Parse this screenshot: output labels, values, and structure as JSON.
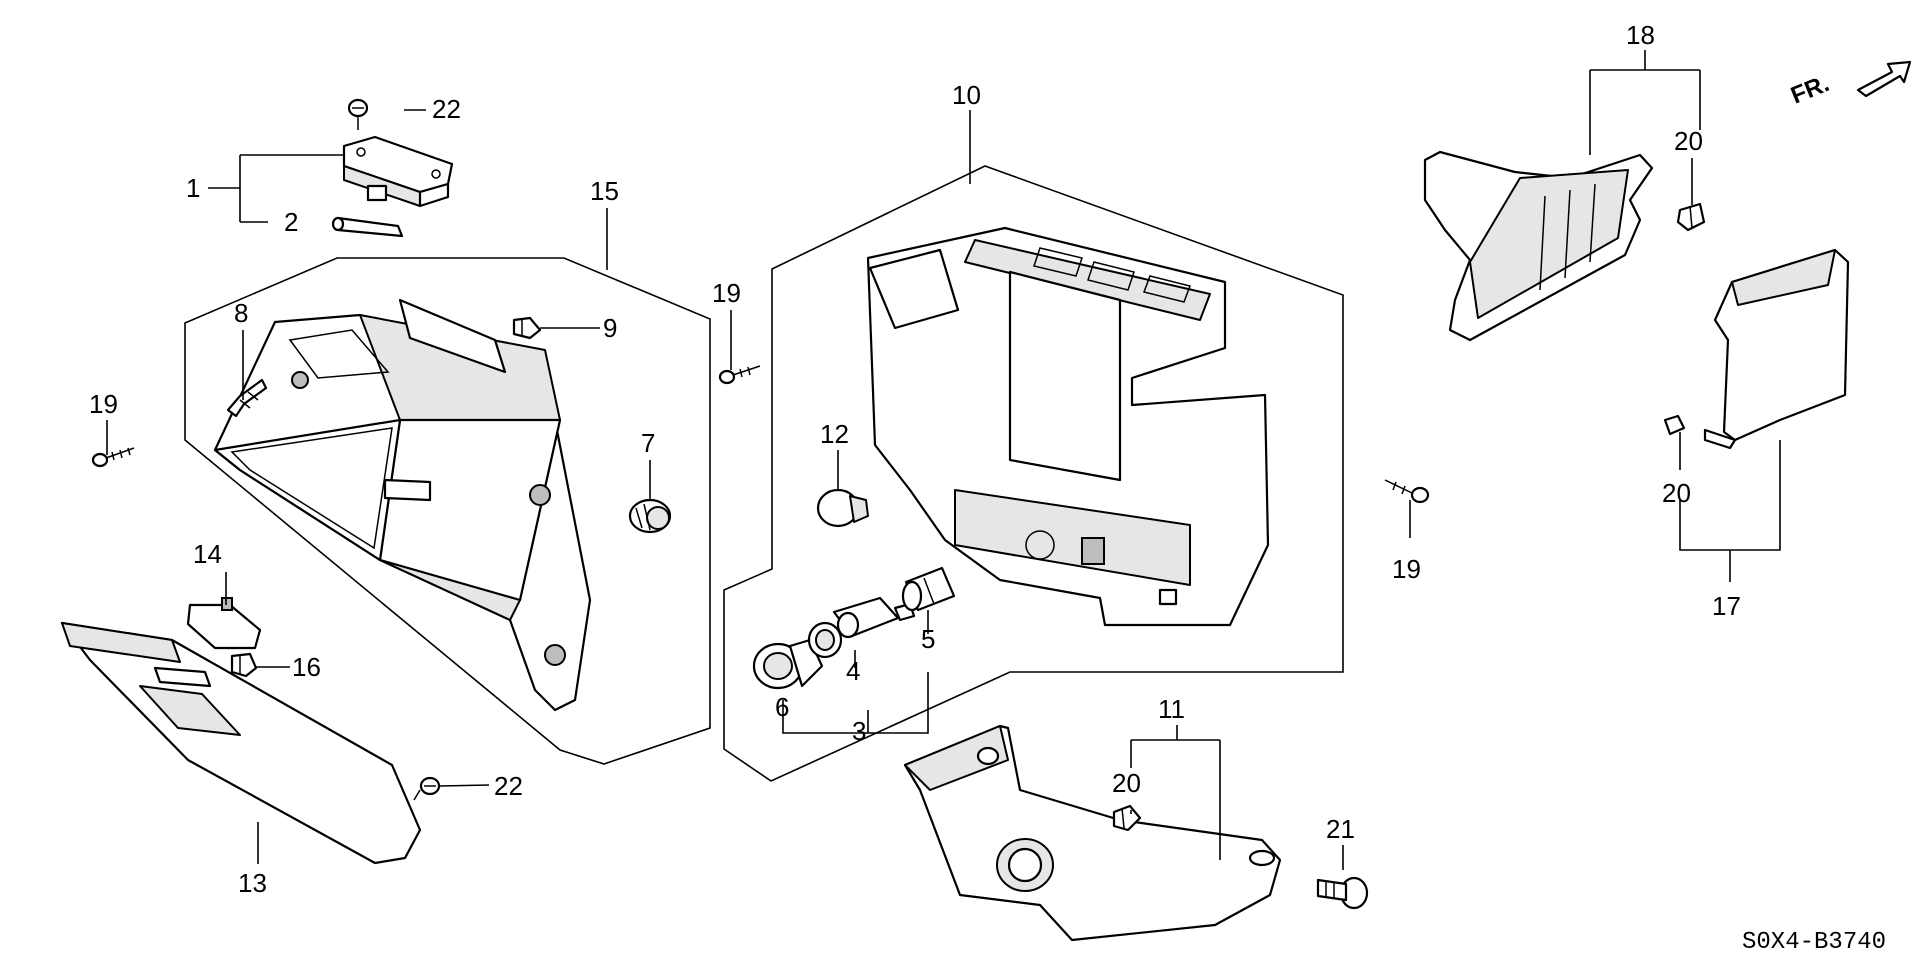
{
  "diagram_code": "S0X4-B3740",
  "direction_label": "FR.",
  "callouts": {
    "p1": "1",
    "p2": "2",
    "p3": "3",
    "p4": "4",
    "p5": "5",
    "p6": "6",
    "p7": "7",
    "p8": "8",
    "p9": "9",
    "p10": "10",
    "p11": "11",
    "p12": "12",
    "p13": "13",
    "p14": "14",
    "p15": "15",
    "p16": "16",
    "p17": "17",
    "p18": "18",
    "p19a": "19",
    "p19b": "19",
    "p19c": "19",
    "p20a": "20",
    "p20b": "20",
    "p20c": "20",
    "p21": "21",
    "p22a": "22",
    "p22b": "22"
  },
  "icons": {
    "direction_arrow": "arrow-right-up-icon",
    "screw": "screw-icon",
    "clip": "clip-icon"
  }
}
